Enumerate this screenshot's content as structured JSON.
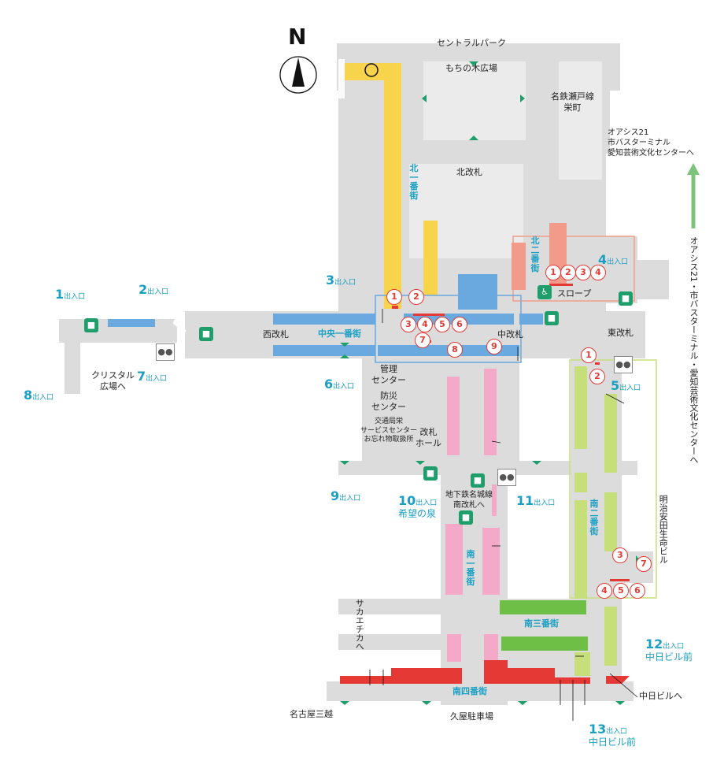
{
  "north": "N",
  "labels": {
    "central_park": "セントラルパーク",
    "mochinoki": "もちの木広場",
    "meitetsu": "名鉄瀬戸線\n栄町",
    "oasis": "オアシス21\n市バスターミナル\n愛知芸術文化センターへ",
    "oasis_vertical": "オアシス21・市バスターミナル・愛知芸術文化センターへ",
    "kita_gate": "北改札",
    "nishi_gate": "西改札",
    "naka_gate": "中改札",
    "higashi_gate": "東改札",
    "slope": "スロープ",
    "kanri": "管理\nセンター",
    "bousai": "防災\nセンター",
    "koutsu": "交通局栄\nサービスセンター\nお忘れ物取扱所",
    "kaisatsu_hall": "改札\nホール",
    "meijo_line": "地下鉄名城線\n南改札へ",
    "crystal": "クリスタル\n広場へ",
    "sakaechika": "サカエチカへ",
    "meiji_yasuda": "明治安田生命ビル",
    "mitsukoshi": "名古屋三越",
    "kuya_parking": "久屋駐車場",
    "chunichi_to": "中日ビルへ"
  },
  "areas": {
    "kita_ichiban": "北一番街",
    "kita_niban": "北二番街",
    "chuo_ichiban": "中央一番街",
    "minami_ichiban": "南一番街",
    "minami_niban": "南二番街",
    "minami_sanban": "南三番街",
    "minami_yonban": "南四番街"
  },
  "exits": {
    "e1": {
      "num": "1",
      "suffix": "出入口",
      "sub": ""
    },
    "e2": {
      "num": "2",
      "suffix": "出入口",
      "sub": ""
    },
    "e3": {
      "num": "3",
      "suffix": "出入口",
      "sub": ""
    },
    "e4": {
      "num": "4",
      "suffix": "出入口",
      "sub": ""
    },
    "e5": {
      "num": "5",
      "suffix": "出入口",
      "sub": ""
    },
    "e6": {
      "num": "6",
      "suffix": "出入口",
      "sub": ""
    },
    "e7": {
      "num": "7",
      "suffix": "出入口",
      "sub": ""
    },
    "e8": {
      "num": "8",
      "suffix": "出入口",
      "sub": ""
    },
    "e9": {
      "num": "9",
      "suffix": "出入口",
      "sub": ""
    },
    "e10": {
      "num": "10",
      "suffix": "出入口",
      "sub": "希望の泉"
    },
    "e11": {
      "num": "11",
      "suffix": "出入口",
      "sub": ""
    },
    "e12": {
      "num": "12",
      "suffix": "出入口",
      "sub": "中日ビル前"
    },
    "e13": {
      "num": "13",
      "suffix": "出入口",
      "sub": "中日ビル前"
    }
  },
  "badges": [
    "1",
    "2",
    "3",
    "4",
    "5",
    "6",
    "7",
    "8",
    "9"
  ],
  "colors": {
    "kita_ichiban": "#f7d44c",
    "kita_niban": "#f39b8a",
    "chuo_ichiban": "#6aa9e0",
    "minami_ichiban": "#f4a9c8",
    "minami_niban": "#c7df7b",
    "minami_sanban": "#6dbf45",
    "minami_yonban": "#e53935",
    "corridor": "#dcdcdc",
    "exit_text": "#1a9fc4",
    "badge_red": "#e53935",
    "toilet_green": "#1e9e6b"
  }
}
